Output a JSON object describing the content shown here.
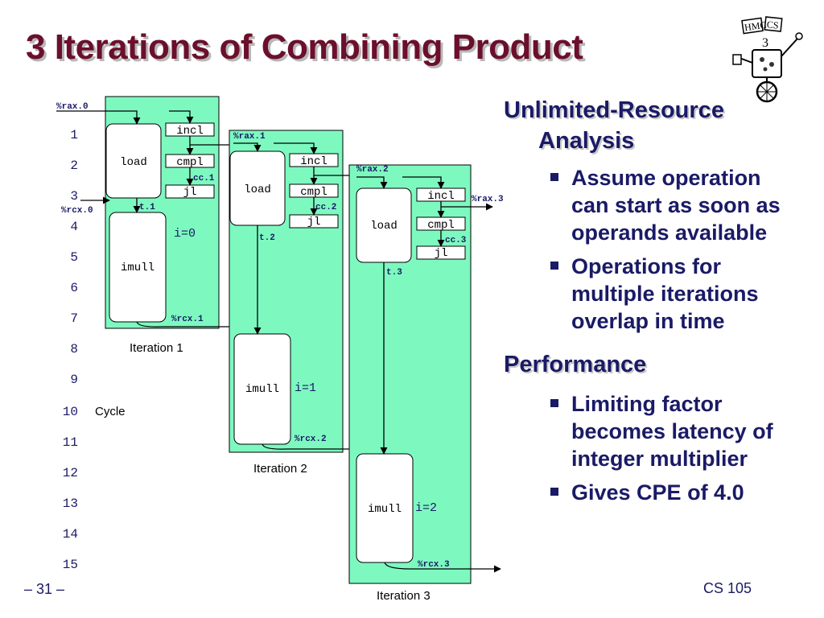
{
  "slide": {
    "title": "3 Iterations of Combining Product",
    "logo_text": "HMC CS",
    "page_number": "– 31 –",
    "course": "CS 105",
    "colors": {
      "title": "#6b0f2c",
      "body_text": "#1a1a66",
      "iteration_fill": "#7df9c0"
    }
  },
  "diagram": {
    "cycles": [
      "1",
      "2",
      "3",
      "4",
      "5",
      "6",
      "7",
      "8",
      "9",
      "10",
      "11",
      "12",
      "13",
      "14",
      "15"
    ],
    "cycle_axis_label": "Cycle",
    "iterations": [
      {
        "label": "Iteration 1",
        "ops": {
          "incl": "incl",
          "cmpl": "cmpl",
          "jl": "jl",
          "load": "load",
          "imull": "imull"
        },
        "rax_in": "%rax.0",
        "rax_out": "%rax.1",
        "rcx_in": "%rcx.0",
        "rcx_out": "%rcx.1",
        "t": "t.1",
        "cc": "cc.1",
        "index": "i=0"
      },
      {
        "label": "Iteration 2",
        "ops": {
          "incl": "incl",
          "cmpl": "cmpl",
          "jl": "jl",
          "load": "load",
          "imull": "imull"
        },
        "rax_in": "%rax.1",
        "rax_out": "%rax.2",
        "rcx_in": "%rcx.1",
        "rcx_out": "%rcx.2",
        "t": "t.2",
        "cc": "cc.2",
        "index": "i=1"
      },
      {
        "label": "Iteration 3",
        "ops": {
          "incl": "incl",
          "cmpl": "cmpl",
          "jl": "jl",
          "load": "load",
          "imull": "imull"
        },
        "rax_in": "%rax.2",
        "rax_out": "%rax.3",
        "rcx_in": "%rcx.2",
        "rcx_out": "%rcx.3",
        "t": "t.3",
        "cc": "cc.3",
        "index": "i=2"
      }
    ]
  },
  "analysis": {
    "heading": "Unlimited-Resource Analysis",
    "heading_line1": "Unlimited-Resource",
    "heading_line2": "Analysis",
    "bullets": [
      {
        "lines": [
          "Assume operation",
          "can start as soon as",
          "operands available"
        ]
      },
      {
        "lines": [
          "Operations for",
          "multiple iterations",
          "overlap in time"
        ]
      }
    ]
  },
  "performance": {
    "heading": "Performance",
    "bullets": [
      {
        "lines": [
          "Limiting factor",
          "becomes latency of",
          "integer multiplier"
        ]
      },
      {
        "lines": [
          "Gives CPE of 4.0"
        ]
      }
    ]
  }
}
